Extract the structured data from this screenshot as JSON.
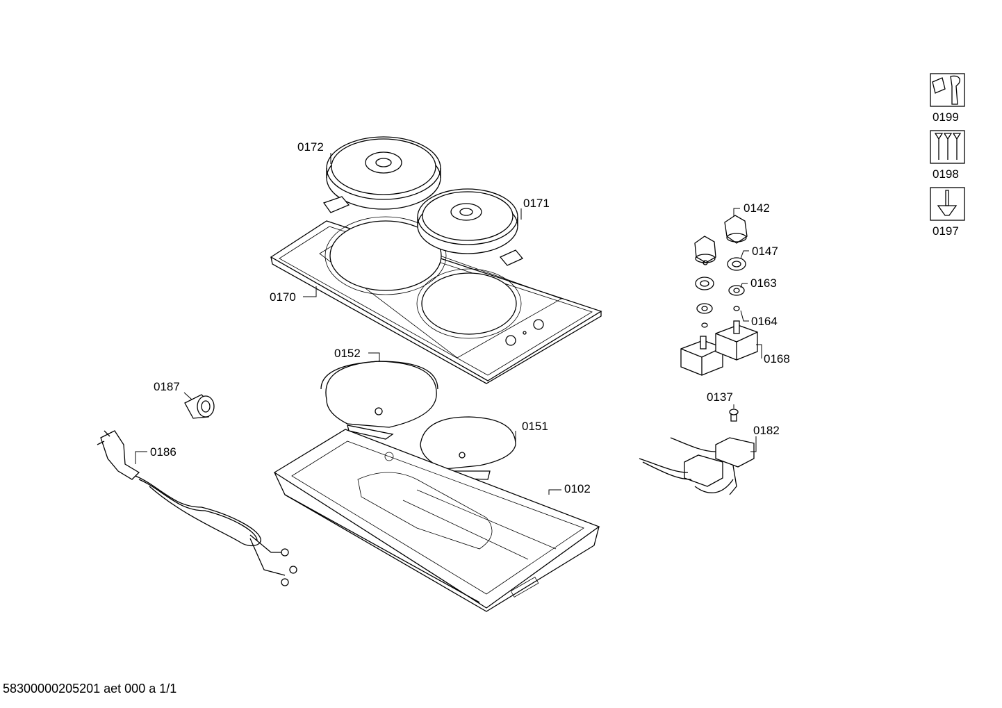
{
  "labels": {
    "p0172": "0172",
    "p0171": "0171",
    "p0170": "0170",
    "p0152": "0152",
    "p0151": "0151",
    "p0102": "0102",
    "p0187": "0187",
    "p0186": "0186",
    "p0142": "0142",
    "p0147": "0147",
    "p0163": "0163",
    "p0164": "0164",
    "p0168": "0168",
    "p0137": "0137",
    "p0182": "0182",
    "p0199": "0199",
    "p0198": "0198",
    "p0197": "0197"
  },
  "icons": {
    "tool_kit": "wrench-nut-icon",
    "screw_set": "screws-icon",
    "screwdriver": "screwdriver-icon"
  },
  "footer": "58300000205201 aet 000 a 1/1"
}
